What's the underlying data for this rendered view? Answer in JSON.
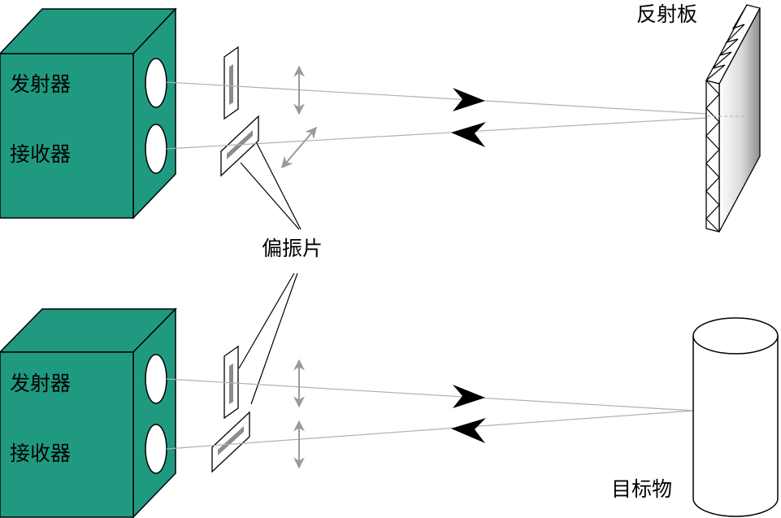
{
  "devices": [
    {
      "transmitter_label": "发射器",
      "receiver_label": "接收器"
    },
    {
      "transmitter_label": "发射器",
      "receiver_label": "接收器"
    }
  ],
  "labels": {
    "reflector": "反射板",
    "polarizer": "偏振片",
    "target": "目标物"
  },
  "colors": {
    "box_fill": "#1f9a80",
    "outline": "#000000",
    "beam": "#b0b0b0",
    "arrow": "#9a9a9a",
    "filter_stripe": "#8c8c8c"
  }
}
